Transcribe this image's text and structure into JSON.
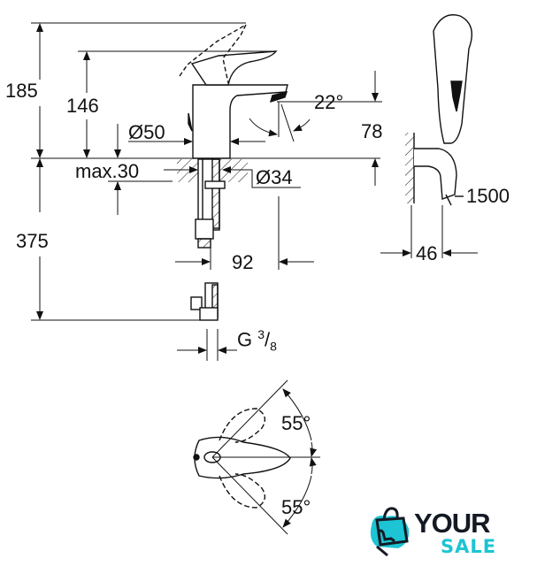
{
  "dimensions": {
    "total_height": "185",
    "lever_height": "146",
    "body_diameter": "Ø50",
    "max_deck": "max.30",
    "hole_diameter": "Ø34",
    "under_length": "375",
    "spout_reach": "92",
    "spout_angle": "22°",
    "outlet_height": "78",
    "hose_length": "1500",
    "wall_offset": "46",
    "thread_main": "G ",
    "thread_num": "3",
    "thread_den": "8",
    "angle_top": "55°",
    "angle_bottom": "55°"
  },
  "logo": {
    "line1": "YOUR",
    "line2": "SALE",
    "accent": "#1cc4d4",
    "dark": "#141a23"
  }
}
